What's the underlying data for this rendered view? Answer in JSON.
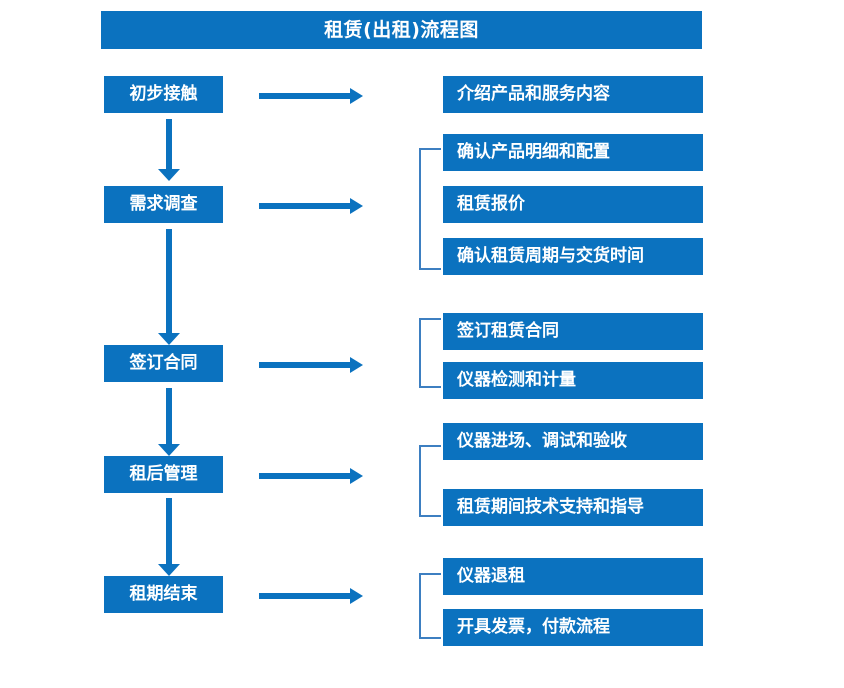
{
  "diagram": {
    "title": "租赁(出租)流程图",
    "colors": {
      "box_fill": "#0b72bf",
      "box_text": "#ffffff",
      "arrow": "#0b72bf",
      "bracket": "#3d7fc1",
      "background": "#ffffff"
    },
    "stages": [
      {
        "label": "初步接触",
        "details": [
          "介绍产品和服务内容"
        ],
        "bracketed": false
      },
      {
        "label": "需求调查",
        "details": [
          "确认产品明细和配置",
          "租赁报价",
          "确认租赁周期与交货时间"
        ],
        "bracketed": true
      },
      {
        "label": "签订合同",
        "details": [
          "签订租赁合同",
          "仪器检测和计量"
        ],
        "bracketed": true
      },
      {
        "label": "租后管理",
        "details": [
          "仪器进场、调试和验收",
          "租赁期间技术支持和指导"
        ],
        "bracketed": true
      },
      {
        "label": "租期结束",
        "details": [
          "仪器退租",
          "开具发票，付款流程"
        ],
        "bracketed": true
      }
    ],
    "icons": {
      "down_arrow": "down-arrow-icon",
      "right_arrow": "right-arrow-icon",
      "bracket": "group-bracket-icon"
    }
  }
}
